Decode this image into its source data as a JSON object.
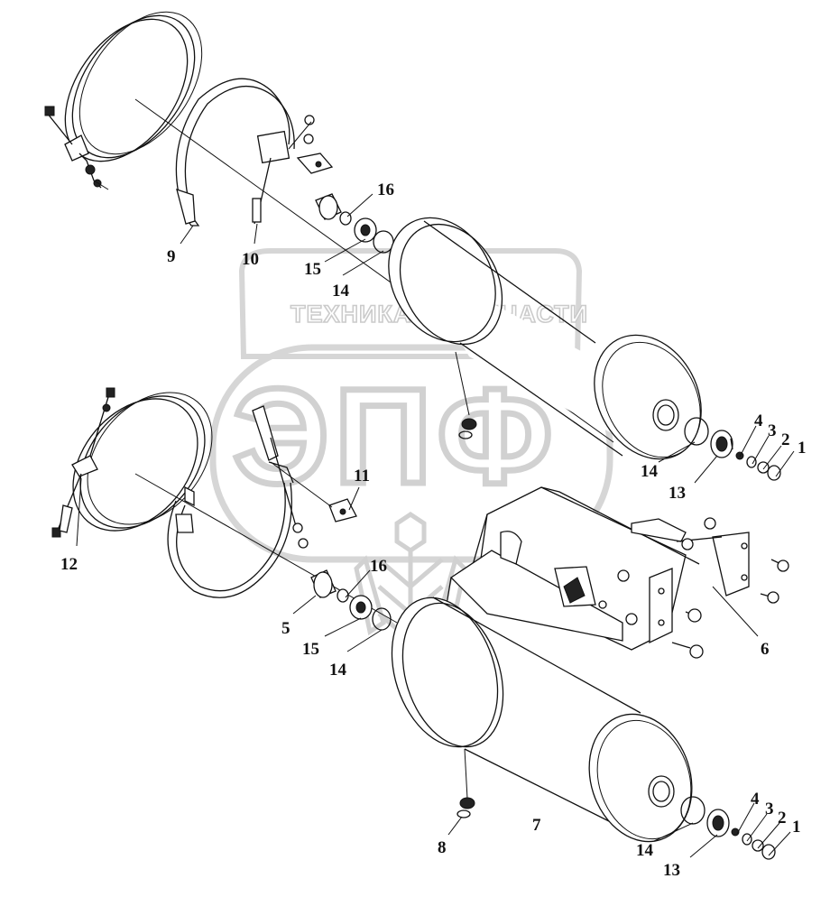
{
  "watermark": {
    "left_word": "ТЕХНИКА",
    "right_word": "ЗАПЧАСТИ",
    "logo": "ЭПФ"
  },
  "callouts": [
    {
      "id": "c1a",
      "text": "1"
    },
    {
      "id": "c2a",
      "text": "2"
    },
    {
      "id": "c3a",
      "text": "3"
    },
    {
      "id": "c4a",
      "text": "4"
    },
    {
      "id": "c13a",
      "text": "13"
    },
    {
      "id": "c14a",
      "text": "14"
    },
    {
      "id": "c14b",
      "text": "14"
    },
    {
      "id": "c15a",
      "text": "15"
    },
    {
      "id": "c16a",
      "text": "16"
    },
    {
      "id": "c9",
      "text": "9"
    },
    {
      "id": "c10",
      "text": "10"
    },
    {
      "id": "c11",
      "text": "11"
    },
    {
      "id": "c12",
      "text": "12"
    },
    {
      "id": "c5",
      "text": "5"
    },
    {
      "id": "c16b",
      "text": "16"
    },
    {
      "id": "c15b",
      "text": "15"
    },
    {
      "id": "c14c",
      "text": "14"
    },
    {
      "id": "c6",
      "text": "6"
    },
    {
      "id": "c7",
      "text": "7"
    },
    {
      "id": "c8",
      "text": "8"
    },
    {
      "id": "c14d",
      "text": "14"
    },
    {
      "id": "c13b",
      "text": "13"
    },
    {
      "id": "c4b",
      "text": "4"
    },
    {
      "id": "c3b",
      "text": "3"
    },
    {
      "id": "c2b",
      "text": "2"
    },
    {
      "id": "c1b",
      "text": "1"
    }
  ]
}
